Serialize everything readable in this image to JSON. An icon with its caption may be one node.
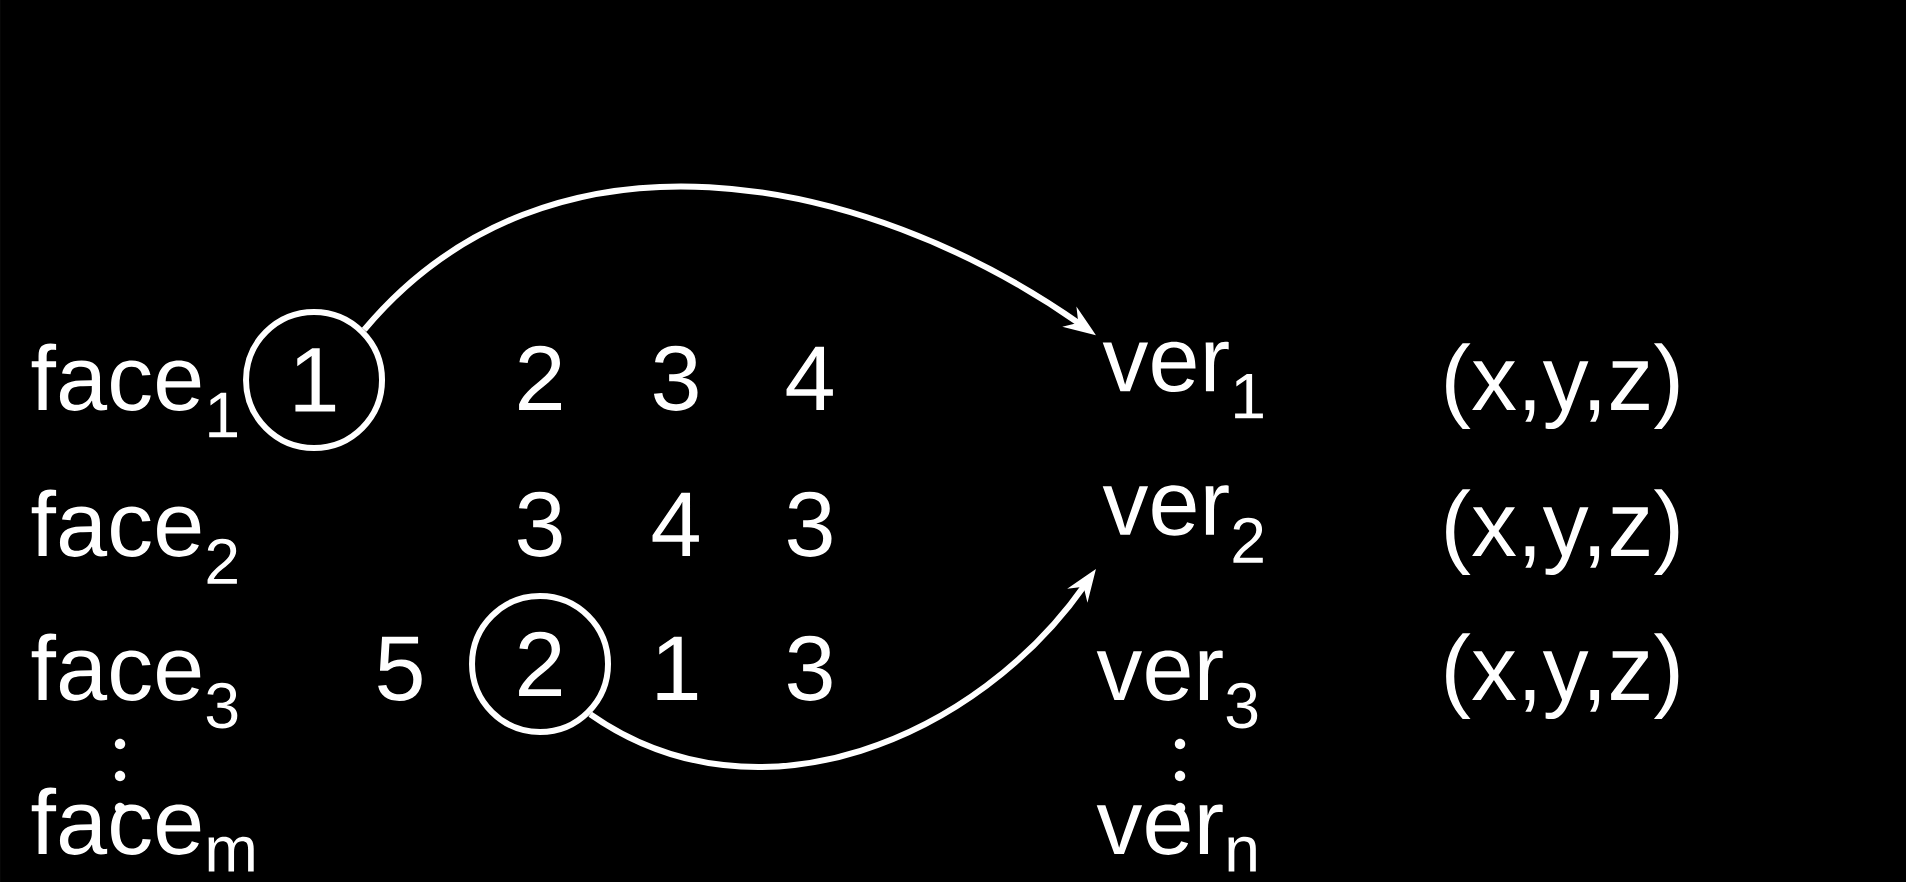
{
  "diagram": {
    "nodes": [
      {
        "text": [
          "1"
        ]
      },
      {
        "text": [
          "ver$_{1}$"
        ]
      },
      {
        "text": [
          "ver$_{2}$"
        ]
      },
      {
        "text": [
          "2"
        ]
      }
    ],
    "edges": [
      {
        "from": 0,
        "to": 1,
        "arrow": "to"
      },
      {
        "from": 3,
        "to": 2,
        "arrow": "to"
      }
    ],
    "labels": [
      "face$_{1}$",
      "2",
      "3",
      "4",
      "(x,y,z)",
      "face$_{2}$",
      "3",
      "4",
      "3",
      "(x,y,z)",
      "face$_{3}$",
      "5",
      "1",
      "3",
      "ver$_{3}$",
      "(x,y,z)",
      "face$_{m}$",
      "ver$_{n}$"
    ]
  }
}
